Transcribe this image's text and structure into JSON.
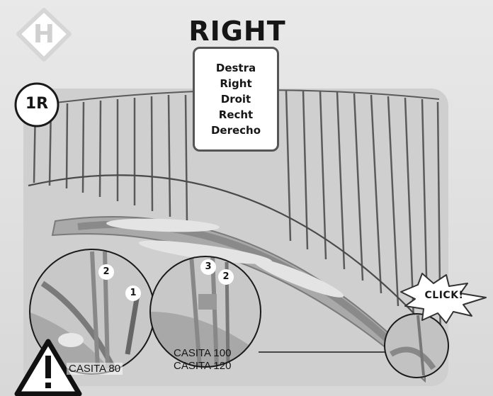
{
  "header": {
    "section_letter": "H",
    "title": "RIGHT"
  },
  "step": {
    "badge": "1R"
  },
  "languages": [
    "Destra",
    "Right",
    "Droit",
    "Recht",
    "Derecho"
  ],
  "callouts": {
    "click": "CLICK!",
    "detail_left": {
      "label": "CASITA 80",
      "numbers": [
        "2",
        "1"
      ]
    },
    "detail_right": {
      "label_line1": "CASITA 100",
      "label_line2": "CASITA 120",
      "numbers": [
        "3",
        "2"
      ]
    }
  },
  "colors": {
    "panel": "#cfcfcf",
    "ink": "#161616",
    "frame": "#8a8a8a",
    "bars": "#5a5a5a"
  },
  "icons": [
    "hexagon-badge-icon",
    "warning-triangle-icon",
    "starburst-icon"
  ]
}
